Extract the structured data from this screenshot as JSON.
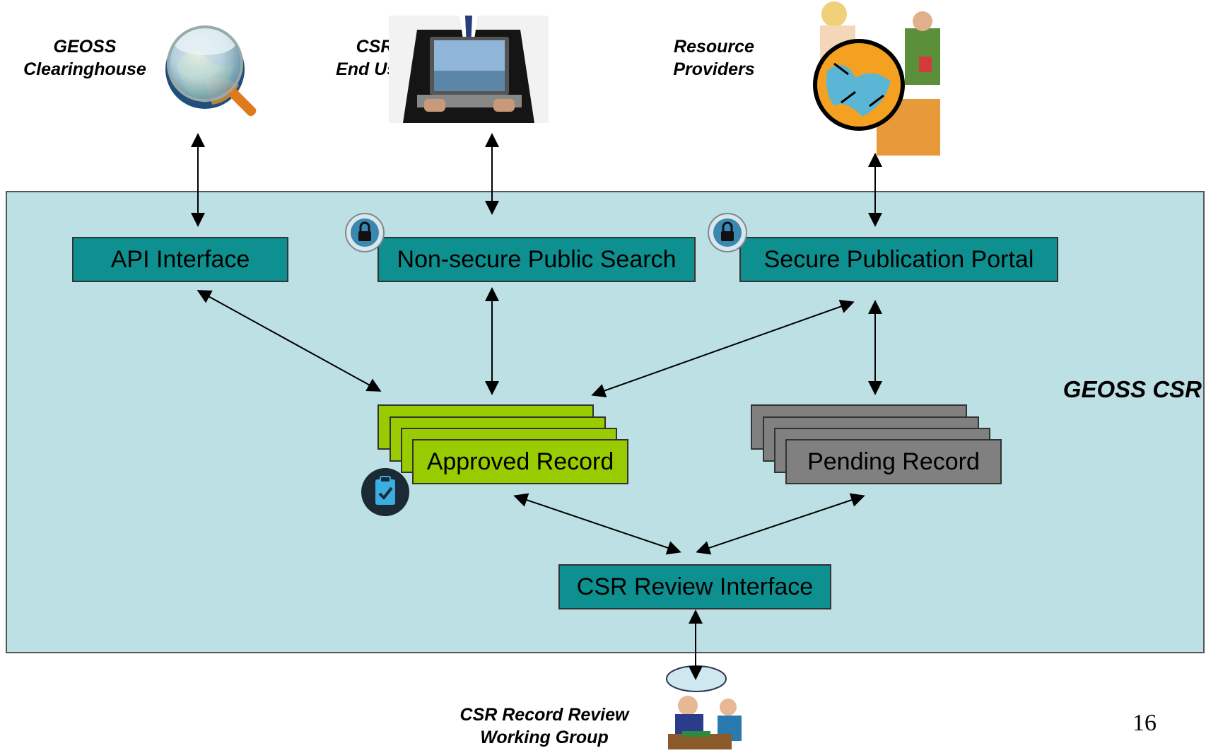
{
  "external": {
    "clearinghouse": {
      "line1": "GEOSS",
      "line2": "Clearinghouse"
    },
    "end_user": {
      "line1": "CSR",
      "line2": "End User"
    },
    "providers": {
      "line1": "Resource",
      "line2": "Providers"
    },
    "review_group": {
      "line1": "CSR Record Review",
      "line2": "Working Group"
    }
  },
  "system": {
    "title": "GEOSS CSR",
    "api_interface": "API Interface",
    "public_search": "Non-secure Public Search",
    "publication_portal": "Secure Publication Portal",
    "approved_record": "Approved Record",
    "pending_record": "Pending Record",
    "review_interface": "CSR Review Interface"
  },
  "icons": {
    "clearinghouse": "magnifier-globe-icon",
    "end_user": "laptop-user-icon",
    "providers": "globe-workers-icon",
    "lock": "lock-icon",
    "approved": "clipboard-check-icon",
    "review_group": "meeting-icon"
  },
  "colors": {
    "panel": "#bde0e4",
    "interface_box": "#0e9090",
    "approved": "#99cc00",
    "pending": "#808080"
  },
  "page_number": "16"
}
